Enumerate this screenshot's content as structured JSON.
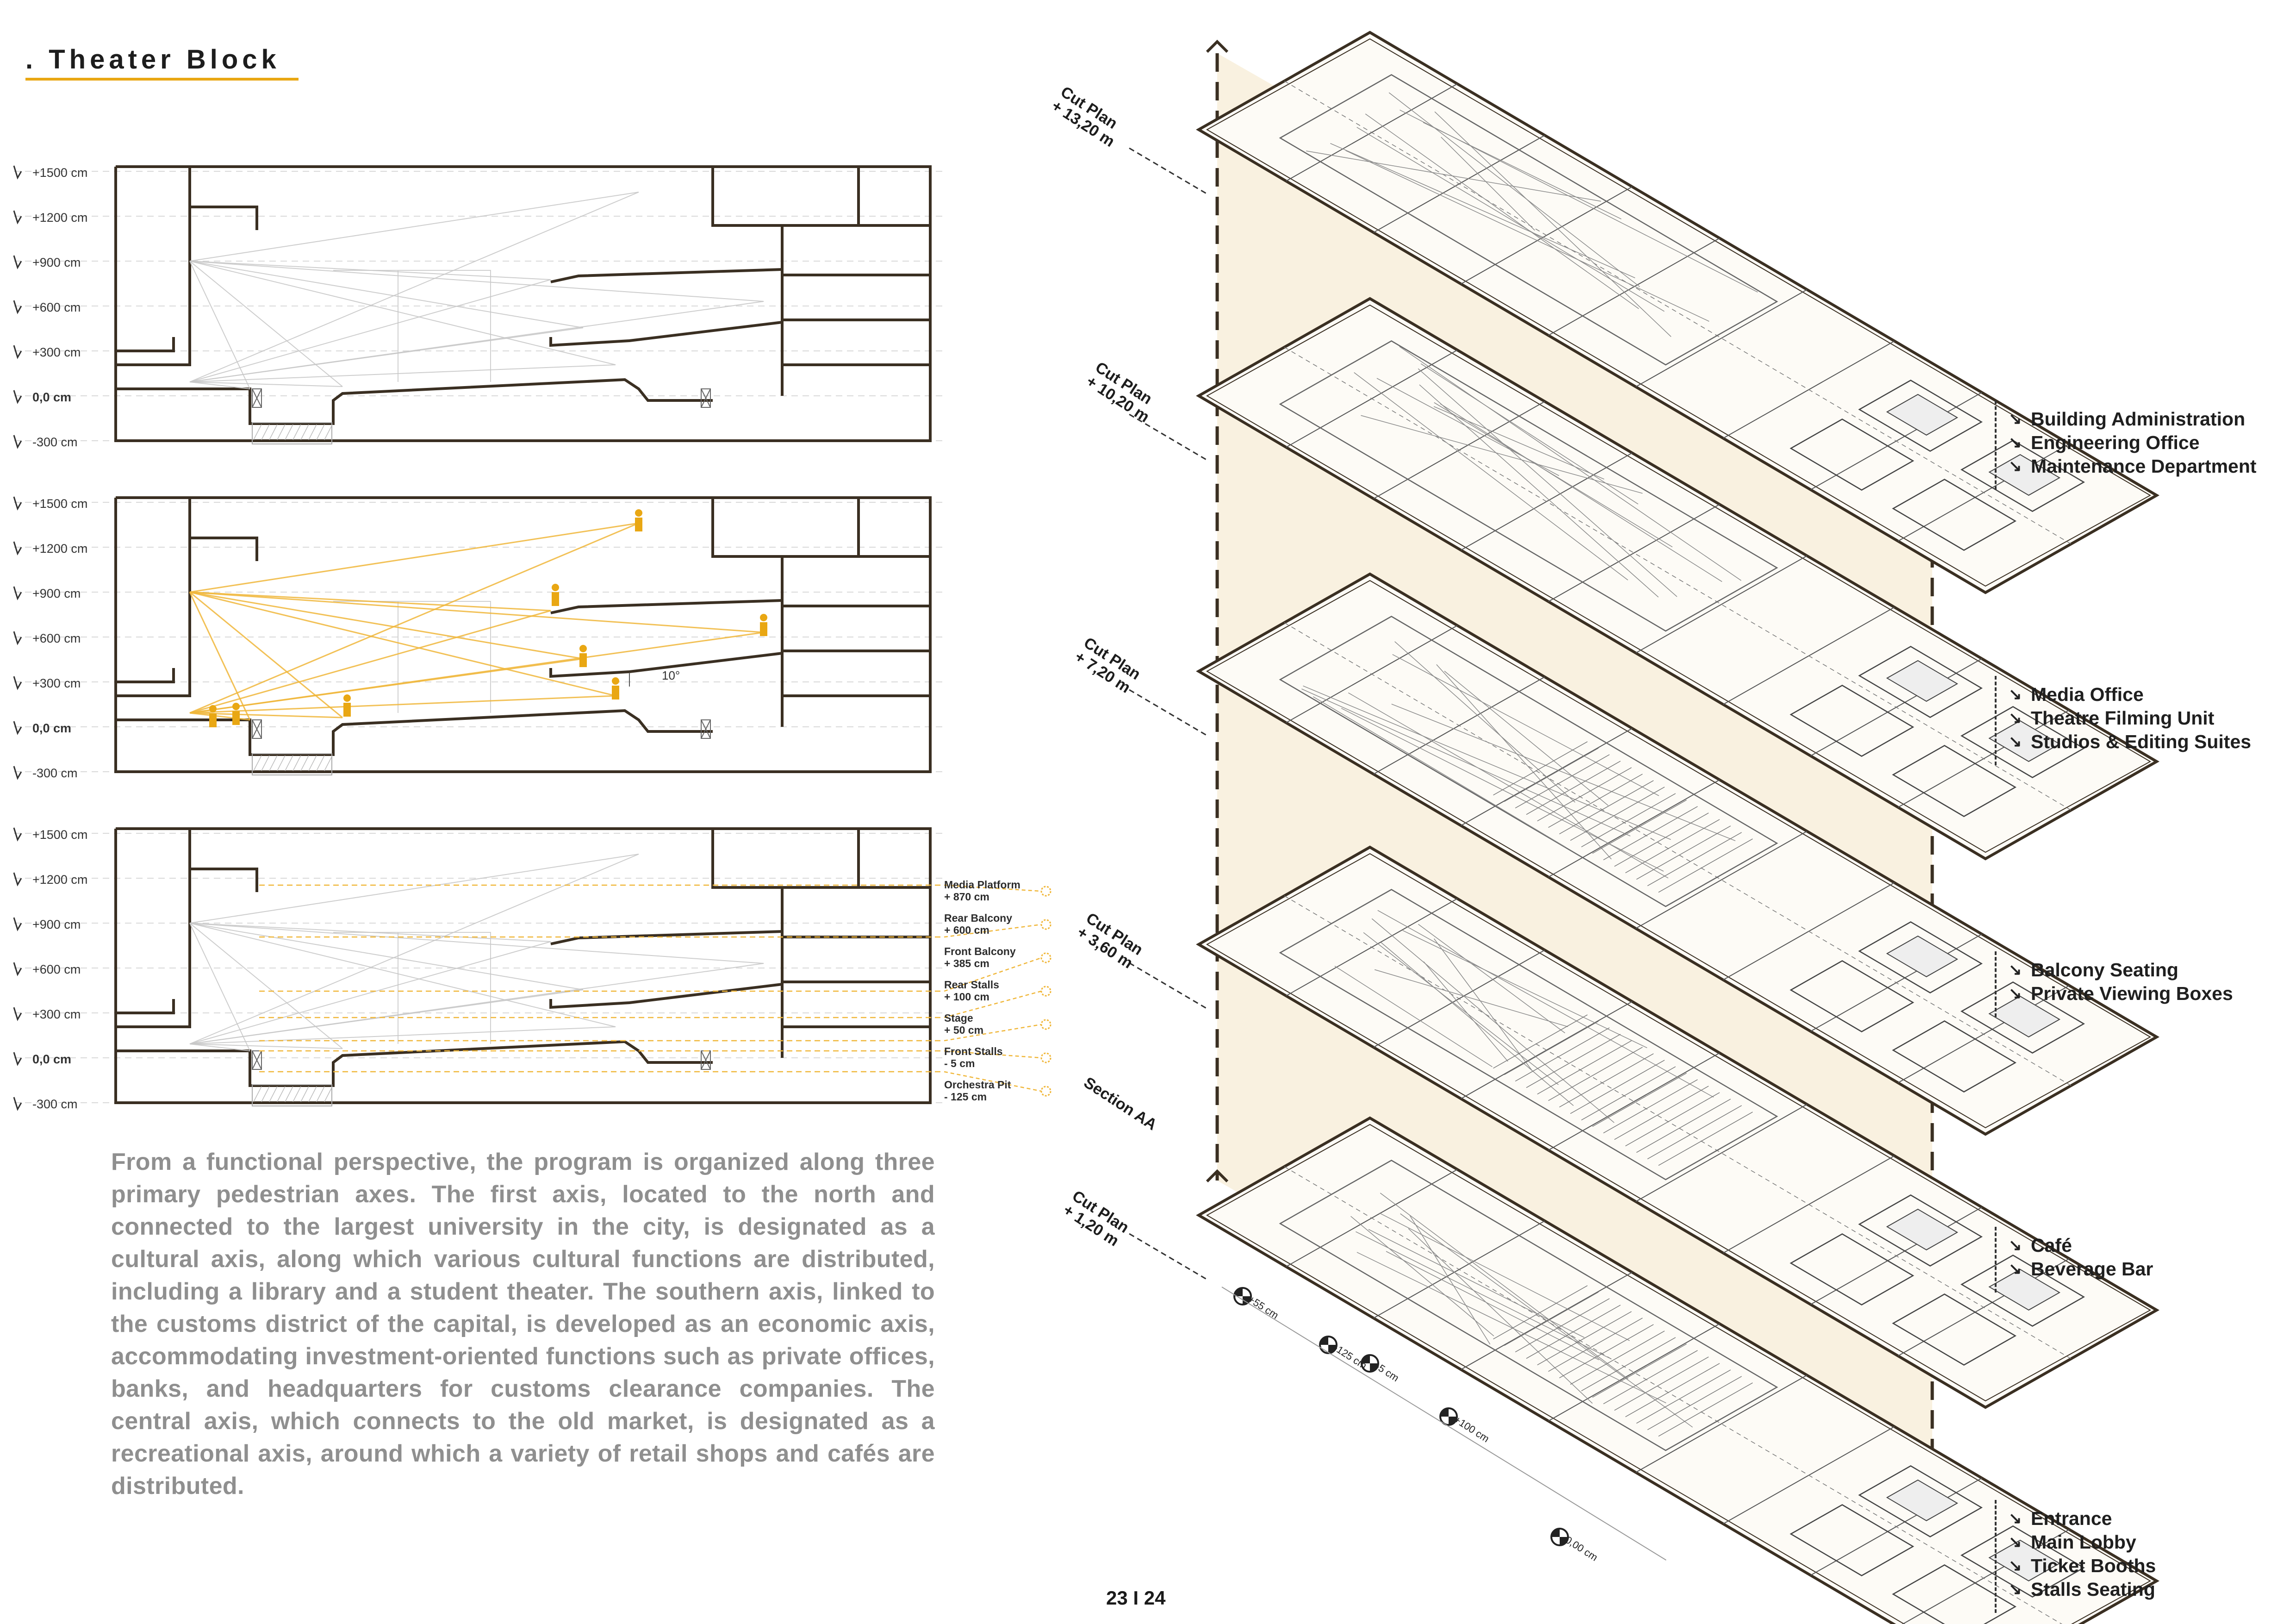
{
  "page": {
    "title": ". Theater Block",
    "page_number": "23 I 24"
  },
  "sections": {
    "levels": [
      "+1500 cm",
      "+1200 cm",
      "+900 cm",
      "+600 cm",
      "+300 cm",
      "0,0 cm",
      "-300 cm"
    ],
    "slope_label": "10°",
    "annotations": [
      {
        "name": "Media Platform",
        "value": "+ 870 cm"
      },
      {
        "name": "Rear Balcony",
        "value": "+ 600 cm"
      },
      {
        "name": "Front Balcony",
        "value": "+ 385 cm"
      },
      {
        "name": "Rear Stalls",
        "value": "+ 100 cm"
      },
      {
        "name": "Stage",
        "value": "+ 50 cm"
      },
      {
        "name": "Front Stalls",
        "value": "- 5 cm"
      },
      {
        "name": "Orchestra Pit",
        "value": "- 125 cm"
      }
    ]
  },
  "body_text": "From a functional perspective, the program is organized along three primary pedestrian axes. The first axis, located to the north and connected to the largest university in the city, is designated as a cultural axis, along which various cultural functions are distributed, including a library and a student theater. The southern axis, linked to the customs district of the capital, is developed as an economic axis, accommodating investment-oriented functions such as private offices, banks, and headquarters for customs clearance companies. The central axis, which connects to the old market, is designated as a recreational axis, around which a variety of retail shops and cafés are distributed.",
  "axonometric": {
    "cut_plans": [
      {
        "title": "Cut Plan",
        "height": "+ 13,20 m"
      },
      {
        "title": "Cut Plan",
        "height": "+ 10,20 m"
      },
      {
        "title": "Cut Plan",
        "height": "+ 7,20 m"
      },
      {
        "title": "Cut Plan",
        "height": "+ 3,60 m"
      },
      {
        "title": "Cut Plan",
        "height": "+ 1,20 m"
      }
    ],
    "section_label": "Section AA",
    "dimension_markers": [
      "+55 cm",
      "-125 cm",
      "-5 cm",
      "+100 cm",
      "0,00 cm"
    ],
    "programs": [
      {
        "items": [
          "Building Administration",
          "Engineering Office",
          "Maintenance Department"
        ]
      },
      {
        "items": [
          "Media Office",
          "Theatre Filming Unit",
          "Studios & Editing Suites"
        ]
      },
      {
        "items": [
          "Balcony Seating",
          "Private Viewing Boxes"
        ]
      },
      {
        "items": [
          "Café",
          "Beverage Bar"
        ]
      },
      {
        "items": [
          "Entrance",
          "Main Lobby",
          "Ticket Booths",
          "Stalls Seating"
        ]
      }
    ],
    "arrow_glyph": "↘"
  },
  "colors": {
    "accent_orange": "#e9a713",
    "sightline_orange": "#f0b73a",
    "line_dark": "#3a2f22",
    "tint_beige": "#f7ecd6",
    "text_gray": "#8f8f8f"
  }
}
